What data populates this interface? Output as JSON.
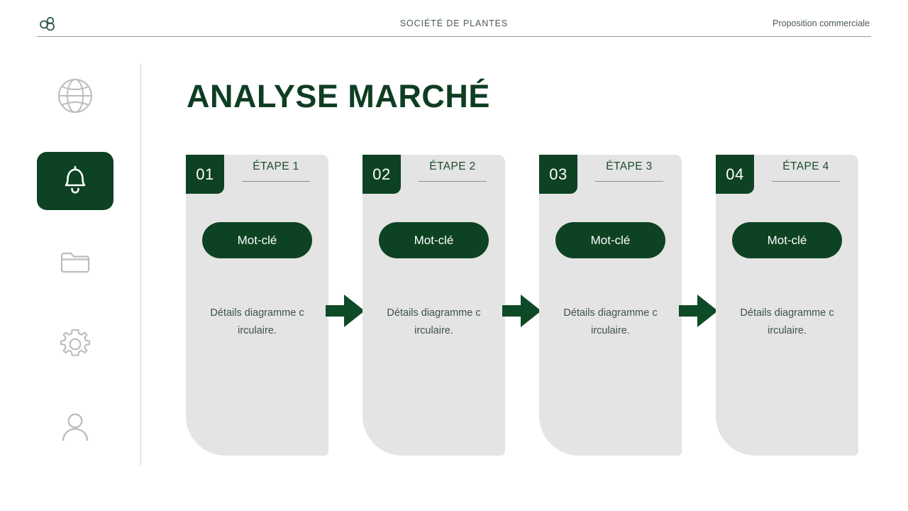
{
  "header": {
    "logo_icon": "three-circles-logo-icon",
    "company": "SOCIÉTÉ DE PLANTES",
    "doc_type": "Proposition commerciale"
  },
  "colors": {
    "brand_green": "#0d4223",
    "title_green": "#0f3d22",
    "card_gray": "#e4e4e4",
    "icon_gray": "#b8b8b8",
    "divider_gray": "#d4d4d4"
  },
  "sidebar": {
    "items": [
      {
        "icon": "globe-icon",
        "active": false
      },
      {
        "icon": "bell-icon",
        "active": true
      },
      {
        "icon": "folder-icon",
        "active": false
      },
      {
        "icon": "gear-icon",
        "active": false
      },
      {
        "icon": "user-icon",
        "active": false
      }
    ]
  },
  "main": {
    "title": "ANALYSE MARCHÉ",
    "arrow_icon": "arrow-right-icon",
    "steps": [
      {
        "number": "01",
        "label": "ÉTAPE 1",
        "keyword": "Mot-clé",
        "description": "Détails diagramme c irculaire."
      },
      {
        "number": "02",
        "label": "ÉTAPE 2",
        "keyword": "Mot-clé",
        "description": "Détails diagramme c irculaire."
      },
      {
        "number": "03",
        "label": "ÉTAPE 3",
        "keyword": "Mot-clé",
        "description": "Détails diagramme c irculaire."
      },
      {
        "number": "04",
        "label": "ÉTAPE 4",
        "keyword": "Mot-clé",
        "description": "Détails diagramme c irculaire."
      }
    ]
  }
}
